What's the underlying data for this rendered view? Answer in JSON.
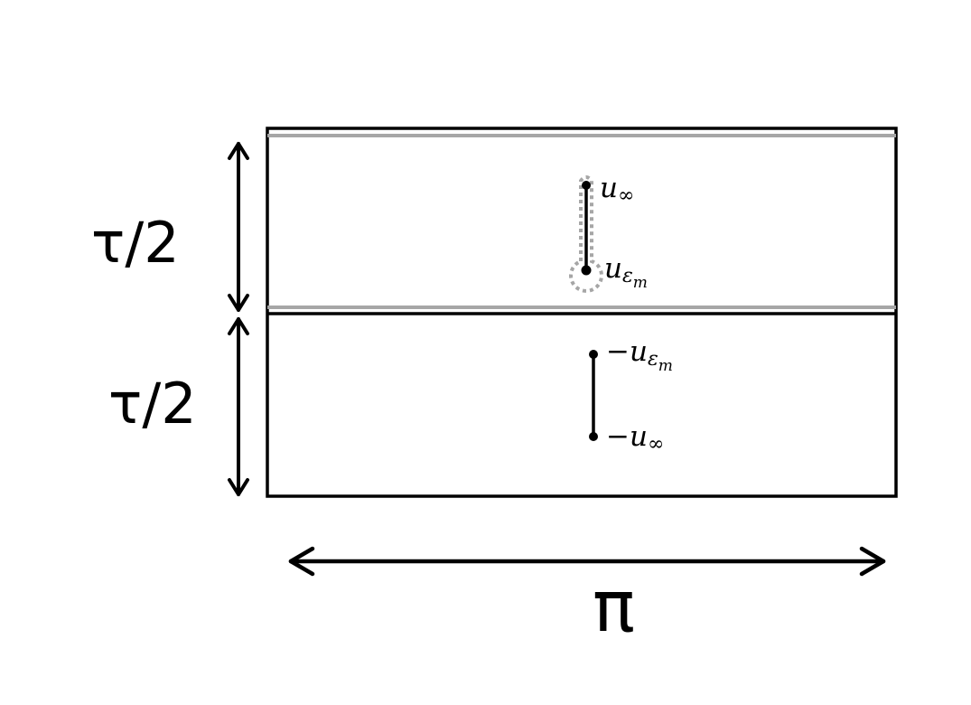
{
  "colors": {
    "ink": "#000000",
    "guide": "#a6a6a6",
    "background": "#ffffff"
  },
  "dimensions": {
    "top_half": "τ/2",
    "bottom_half": "τ/2",
    "width": "π"
  },
  "upper_slit": {
    "top_point": {
      "base": "u",
      "sub": "∞"
    },
    "bottom_point": {
      "base": "u",
      "sub": "ε",
      "subsub": "m"
    }
  },
  "lower_slit": {
    "top_point": {
      "sign": "−",
      "base": "u",
      "sub": "ε",
      "subsub": "m"
    },
    "bottom_point": {
      "sign": "−",
      "base": "u",
      "sub": "∞"
    }
  }
}
